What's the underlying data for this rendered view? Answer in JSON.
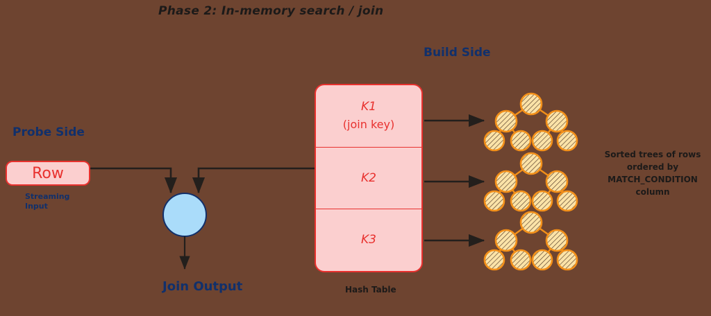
{
  "title": "Phase 2: In-memory search / join",
  "colors": {
    "background": "#6e4430",
    "accent_blue": "#11306b",
    "box_fill": "#fbcfcf",
    "box_border": "#e8312e",
    "box_text": "#e8312e",
    "circle_fill": "#aadcfa",
    "circle_border": "#11306b",
    "arrow": "#231f1c",
    "node_fill": "#fbe3a8",
    "node_border": "#f39019",
    "dark_text": "#1c1a19"
  },
  "probe_side": {
    "label": "Probe Side",
    "row_box_label": "Row",
    "caption": "Streaming Input"
  },
  "join": {
    "output_label": "Join Output",
    "node_icon": "join-circle"
  },
  "build_side": {
    "label": "Build Side",
    "hash_table_caption": "Hash Table",
    "keys": [
      {
        "name": "K1",
        "sub": "(join key)"
      },
      {
        "name": "K2",
        "sub": ""
      },
      {
        "name": "K3",
        "sub": ""
      }
    ]
  },
  "trees": {
    "caption": "Sorted trees of rows ordered by MATCH_CONDITION column",
    "count": 3,
    "nodes_per_tree": 7,
    "node_icon": "tree-node-circle"
  },
  "arrows": [
    {
      "name": "row-to-join",
      "from": "Row",
      "to": "Join Output node"
    },
    {
      "name": "hash-table-to-join",
      "from": "Hash Table",
      "to": "Join Output node"
    },
    {
      "name": "join-to-output",
      "from": "Join node",
      "to": "Join Output"
    },
    {
      "name": "k1-to-tree-1",
      "from": "K1",
      "to": "Tree 1"
    },
    {
      "name": "k2-to-tree-2",
      "from": "K2",
      "to": "Tree 2"
    },
    {
      "name": "k3-to-tree-3",
      "from": "K3",
      "to": "Tree 3"
    }
  ]
}
